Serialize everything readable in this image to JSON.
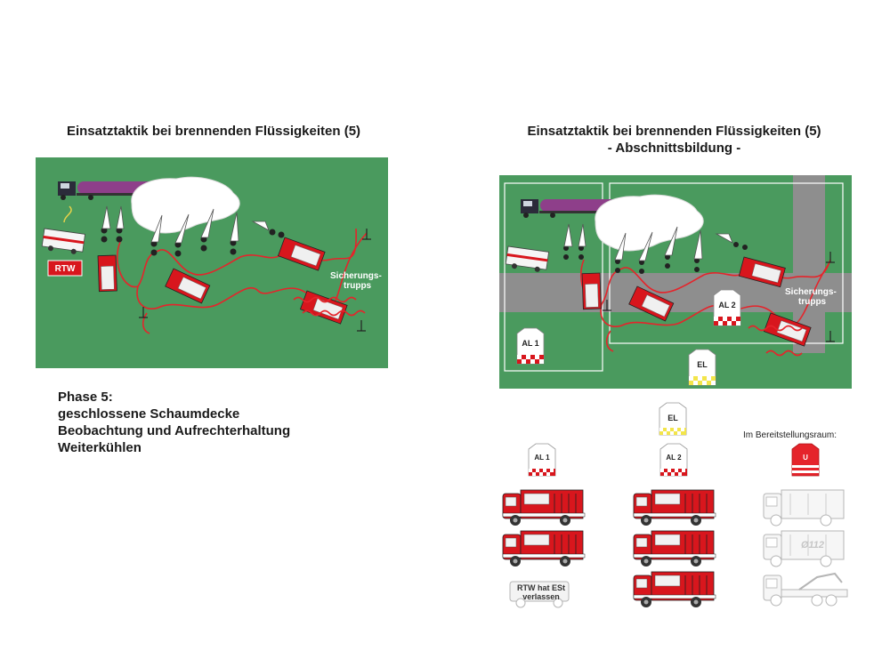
{
  "titles": {
    "left": "Einsatztaktik bei brennenden Flüssigkeiten (5)",
    "right_line1": "Einsatztaktik bei brennenden Flüssigkeiten (5)",
    "right_line2": "- Abschnittsbildung -"
  },
  "left_panel": {
    "rtw_label": "RTW",
    "safety_label_1": "Sicherungs-",
    "safety_label_2": "trupps"
  },
  "right_panel": {
    "vest_al1": "AL 1",
    "vest_al2": "AL 2",
    "vest_el": "EL",
    "safety_label_1": "Sicherungs-",
    "safety_label_2": "trupps"
  },
  "phase": {
    "heading": "Phase 5:",
    "line1": "geschlossene Schaumdecke",
    "line2": "Beobachtung und Aufrechterhaltung",
    "line3": "Weiterkühlen"
  },
  "legend": {
    "vest_el": "EL",
    "vest_al1": "AL 1",
    "vest_al2": "AL 2",
    "vest_u": "U",
    "bereitstellung_label": "Im Bereitstellungsraum:",
    "rtw_note_1": "RTW hat ESt",
    "rtw_note_2": "verlassen",
    "truck_112_label": "Ø112"
  },
  "colors": {
    "ground": "#4a9a5e",
    "road": "#8e8e8e",
    "fire_red": "#d8161d",
    "hose_red": "#e5242b",
    "tanker_purple": "#8e3f8a",
    "vest_yellow": "#f3e54a",
    "inactive_grey": "#bdbdbd"
  }
}
